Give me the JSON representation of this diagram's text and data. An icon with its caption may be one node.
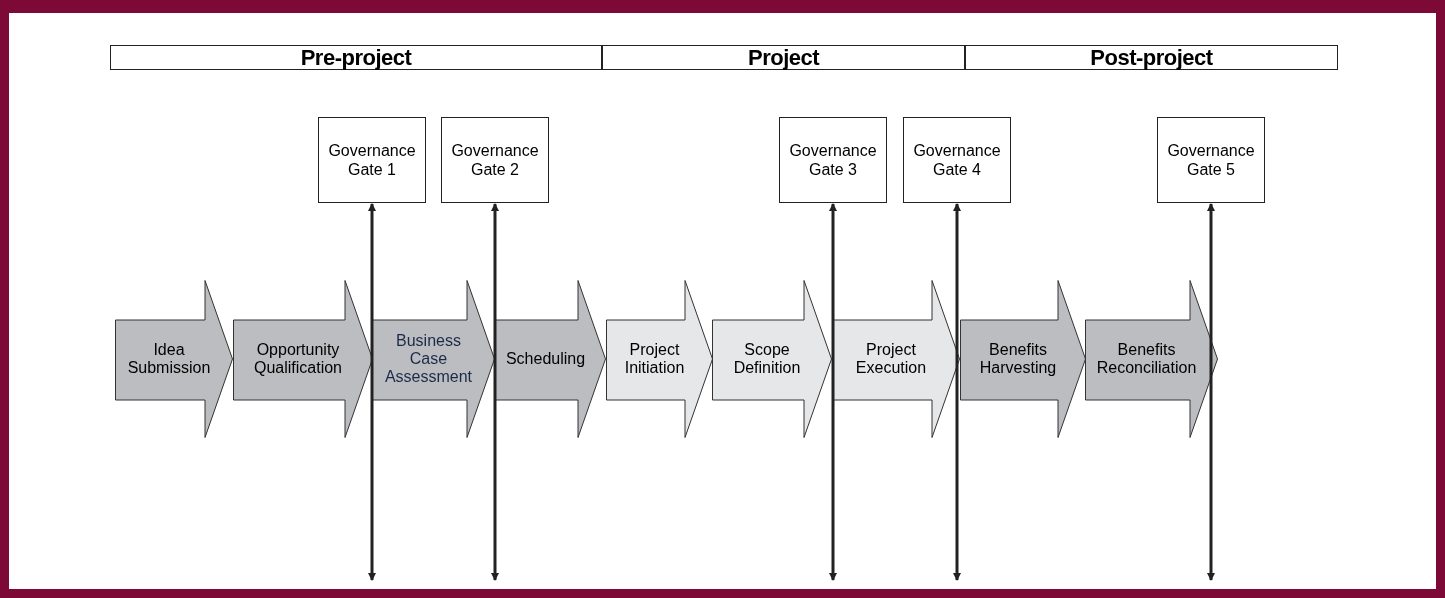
{
  "diagram": {
    "nodes": [
      {
        "text": [
          "Pre-project"
        ]
      },
      {
        "text": [
          "Project"
        ]
      },
      {
        "text": [
          "Post-project"
        ]
      },
      {
        "text": [
          "Governance Gate 1"
        ]
      },
      {
        "text": [
          "Governance Gate 2"
        ]
      },
      {
        "text": [
          "Governance Gate 3"
        ]
      },
      {
        "text": [
          "Governance Gate 4"
        ]
      },
      {
        "text": [
          "Governance Gate 5"
        ]
      },
      {
        "text": [
          "Idea Submission"
        ]
      },
      {
        "text": [
          "Opportunity Qualification"
        ]
      },
      {
        "text": [
          "Business Case Assessment"
        ]
      },
      {
        "text": [
          "Scheduling"
        ]
      },
      {
        "text": [
          "Project Initiation"
        ]
      },
      {
        "text": [
          "Scope Definition"
        ]
      },
      {
        "text": [
          "Project Execution"
        ]
      },
      {
        "text": [
          "Benefits Harvesting"
        ]
      },
      {
        "text": [
          "Benefits Reconciliation"
        ]
      }
    ],
    "edges": [
      {
        "from": null,
        "to": 3,
        "arrow": "both"
      },
      {
        "from": null,
        "to": 4,
        "arrow": "both"
      },
      {
        "from": null,
        "to": 5,
        "arrow": "both"
      },
      {
        "from": null,
        "to": 6,
        "arrow": "both"
      },
      {
        "from": null,
        "to": 7,
        "arrow": "both"
      }
    ]
  }
}
